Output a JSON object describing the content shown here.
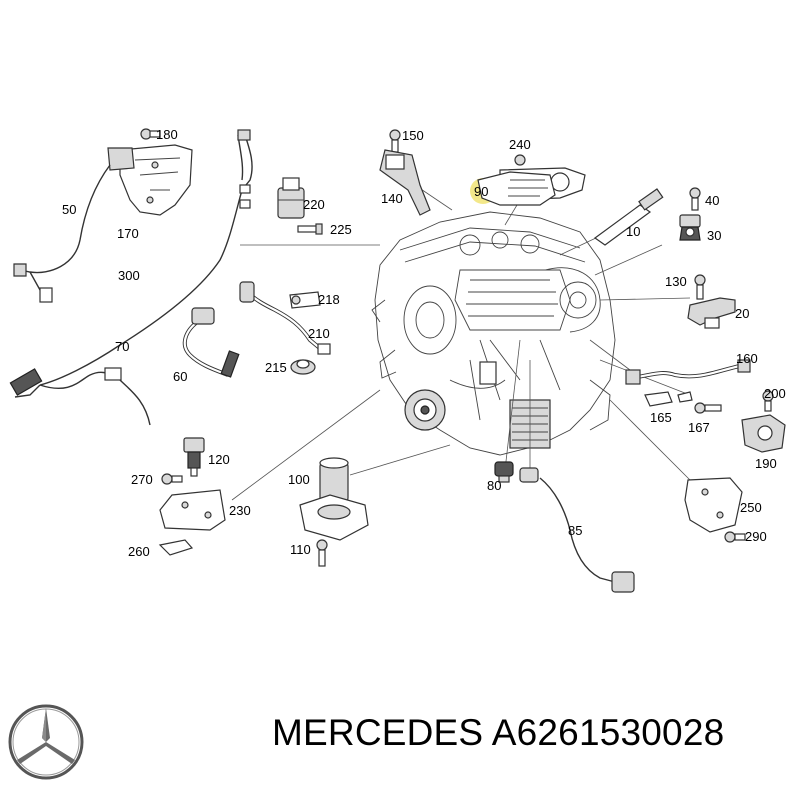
{
  "diagram": {
    "highlight_color": "#f3e88a",
    "highlighted_part": "90",
    "callouts": {
      "c180": "180",
      "c150": "150",
      "c240": "240",
      "c50": "50",
      "c220": "220",
      "c140": "140",
      "c90": "90",
      "c40": "40",
      "c170": "170",
      "c225": "225",
      "c10": "10",
      "c30": "30",
      "c300": "300",
      "c130": "130",
      "c218": "218",
      "c20": "20",
      "c210": "210",
      "c70": "70",
      "c160": "160",
      "c60": "60",
      "c215": "215",
      "c200": "200",
      "c165": "165",
      "c167": "167",
      "c120": "120",
      "c190": "190",
      "c270": "270",
      "c100": "100",
      "c230": "230",
      "c80": "80",
      "c250": "250",
      "c85": "85",
      "c290": "290",
      "c260": "260",
      "c110": "110"
    }
  },
  "footer": {
    "brand_logo": "mercedes-star-icon",
    "text": "MERCEDES A6261530028"
  }
}
